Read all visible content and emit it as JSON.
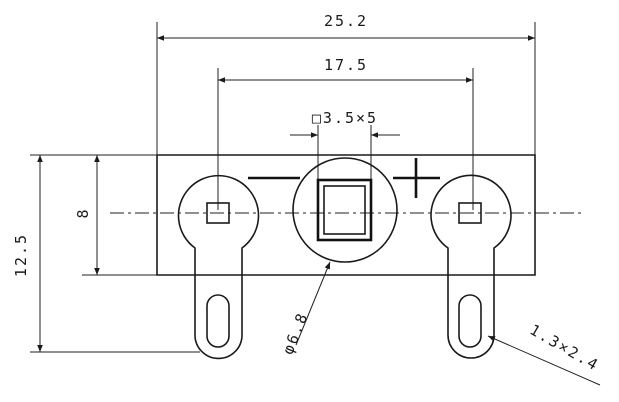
{
  "dimensions": {
    "overall_width": "25.2",
    "pin_spacing": "17.5",
    "square_size": "□3.5×5",
    "height_overall": "12.5",
    "height_body": "8",
    "diameter": "φ6.8",
    "slot_size": "1.3×2.4"
  },
  "symbols": {
    "negative": "minus-sign",
    "positive": "plus-sign"
  }
}
